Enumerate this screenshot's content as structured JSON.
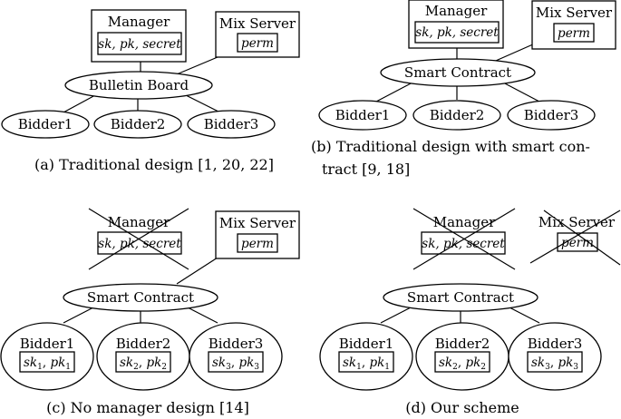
{
  "panel_a": {
    "manager": "Manager",
    "manager_keys": "sk, pk, secret",
    "mix_server": "Mix Server",
    "mix_perm": "perm",
    "hub": "Bulletin Board",
    "bidders": [
      "Bidder1",
      "Bidder2",
      "Bidder3"
    ],
    "caption": "(a) Traditional design [1, 20, 22]"
  },
  "panel_b": {
    "manager": "Manager",
    "manager_keys": "sk, pk, secret",
    "mix_server": "Mix Server",
    "mix_perm": "perm",
    "hub": "Smart Contract",
    "bidders": [
      "Bidder1",
      "Bidder2",
      "Bidder3"
    ],
    "caption_line1": "(b) Traditional design with smart con-",
    "caption_line2": "tract [9, 18]"
  },
  "panel_c": {
    "manager": "Manager",
    "manager_keys": "sk, pk, secret",
    "mix_server": "Mix Server",
    "mix_perm": "perm",
    "hub": "Smart Contract",
    "bidders": [
      "Bidder1",
      "Bidder2",
      "Bidder3"
    ],
    "bidder_keys": [
      {
        "sk": "sk",
        "pk": "pk",
        "sub": "1"
      },
      {
        "sk": "sk",
        "pk": "pk",
        "sub": "2"
      },
      {
        "sk": "sk",
        "pk": "pk",
        "sub": "3"
      }
    ],
    "caption": "(c) No manager design [14]"
  },
  "panel_d": {
    "manager": "Manager",
    "manager_keys": "sk, pk, secret",
    "mix_server": "Mix Server",
    "mix_perm": "perm",
    "hub": "Smart Contract",
    "bidders": [
      "Bidder1",
      "Bidder2",
      "Bidder3"
    ],
    "bidder_keys": [
      {
        "sk": "sk",
        "pk": "pk",
        "sub": "1"
      },
      {
        "sk": "sk",
        "pk": "pk",
        "sub": "2"
      },
      {
        "sk": "sk",
        "pk": "pk",
        "sub": "3"
      }
    ],
    "caption": "(d) Our scheme"
  }
}
